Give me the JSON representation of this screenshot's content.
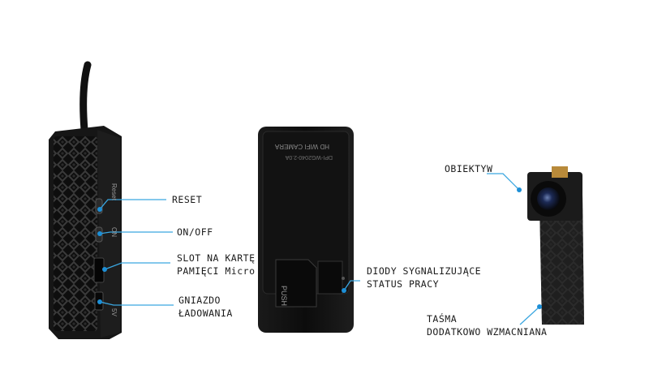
{
  "callouts": {
    "reset": "RESET",
    "onoff": "ON/OFF",
    "slot_line1": "SLOT NA KARTĘ",
    "slot_line2": "PAMIĘCI Micro",
    "charge_line1": "GNIAZDO",
    "charge_line2": "ŁADOWANIA",
    "diodes_line1": "DIODY SYGNALIZUJĄCE",
    "diodes_line2": "STATUS PRACY",
    "lens": "OBIEKTYW",
    "tape_line1": "TAŚMA",
    "tape_line2": "DODATKOWO WZMACNIANA"
  },
  "device_text": {
    "side_reset": "Reset",
    "side_onoff": "ON",
    "side_dc": "5V",
    "back_title": "HD WIFI CAMERA",
    "back_model": "DPI-WG2040-2.0A",
    "push": "PUSH"
  },
  "colors": {
    "callout_line": "#3aa6e0",
    "callout_dot": "#1d8fd6",
    "device_body": "#151515",
    "tape": "#1c1c1c"
  }
}
